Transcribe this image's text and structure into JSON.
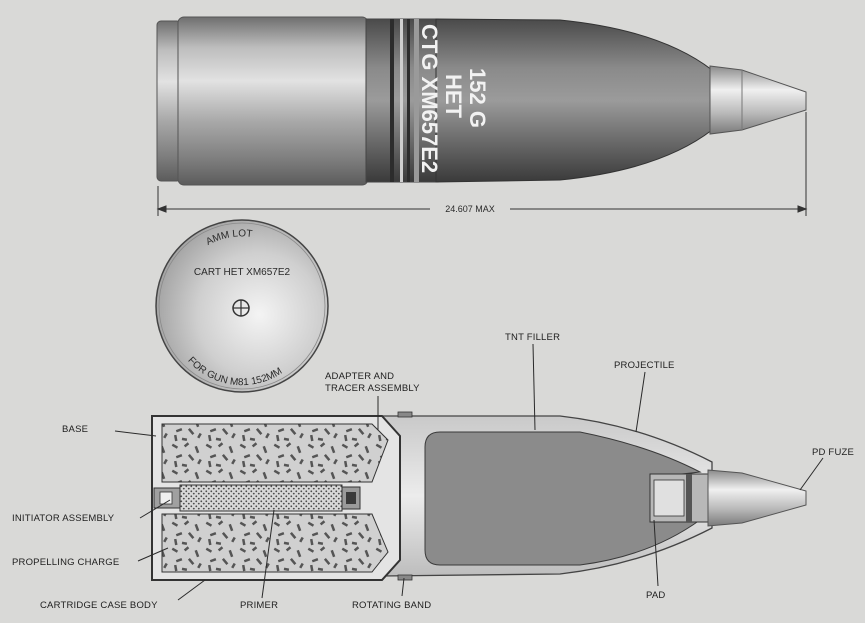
{
  "outer_view": {
    "stencil_lines": [
      "152 G",
      "HET",
      "CTG XM657E2"
    ],
    "dimension_label": "24.607 MAX"
  },
  "base_disc": {
    "top_text": "AMM LOT",
    "middle_text": "CART HET XM657E2",
    "bottom_text": "FOR GUN M81 152MM"
  },
  "labels": {
    "base": "BASE",
    "initiator": "INITIATOR ASSEMBLY",
    "propelling": "PROPELLING CHARGE",
    "case_body": "CARTRIDGE CASE BODY",
    "primer": "PRIMER",
    "adapter_1": "ADAPTER AND",
    "adapter_2": "TRACER ASSEMBLY",
    "rotating_band": "ROTATING BAND",
    "tnt": "TNT FILLER",
    "projectile": "PROJECTILE",
    "pd_fuze": "PD FUZE",
    "pad": "PAD"
  }
}
